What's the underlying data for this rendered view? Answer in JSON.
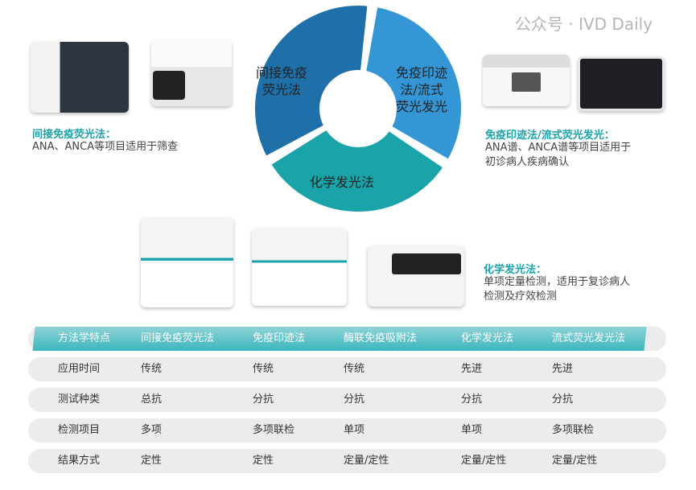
{
  "ring": {
    "segments": [
      {
        "label_l1": "间接免疫",
        "label_l2": "荧光法",
        "color": "#1f70a8"
      },
      {
        "label_l1": "免疫印迹",
        "label_l2": "法/流式",
        "label_l3": "荧光发光",
        "color": "#3596d6"
      },
      {
        "label_l1": "化学发光法",
        "color": "#1aa3a8"
      }
    ]
  },
  "captions": {
    "ifa": {
      "title": "间接免疫荧光法：",
      "text": "ANA、ANCA等项目适用于筛查"
    },
    "blot": {
      "title": "免疫印迹法/流式荧光发光：",
      "line1": "ANA谱、ANCA谱等项目适用于",
      "line2": "初诊病人疾病确认"
    },
    "clia": {
      "title": "化学发光法：",
      "line1": "单项定量检测，适用于复诊病人",
      "line2": "检测及疗效检测"
    }
  },
  "table": {
    "headers": [
      "方法学特点",
      "间接免疫荧光法",
      "免疫印迹法",
      "酶联免疫吸附法",
      "化学发光法",
      "流式荧光发光法"
    ],
    "rows": [
      [
        "应用时间",
        "传统",
        "传统",
        "传统",
        "先进",
        "先进"
      ],
      [
        "测试种类",
        "总抗",
        "分抗",
        "分抗",
        "分抗",
        "分抗"
      ],
      [
        "检测项目",
        "多项",
        "多项联检",
        "单项",
        "单项",
        "多项联检"
      ],
      [
        "结果方式",
        "定性",
        "定性",
        "定量/定性",
        "定量/定性",
        "定量/定性"
      ]
    ]
  },
  "watermark": "公众号 · IVD Daily"
}
